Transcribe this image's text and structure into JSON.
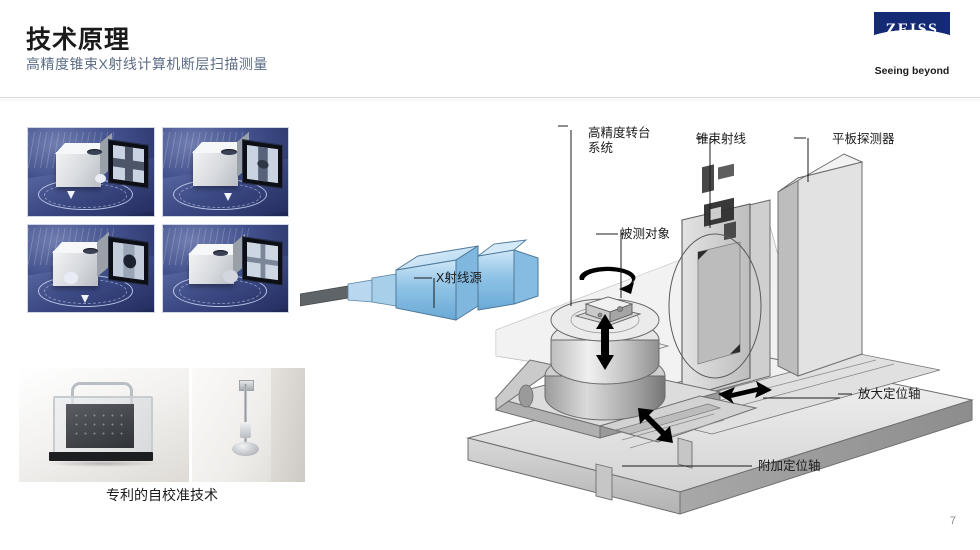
{
  "header": {
    "title": "技术原理",
    "subtitle": "高精度锥束X射线计算机断层扫描测量",
    "brand": "ZEISS",
    "tagline": "Seeing beyond",
    "brand_color": "#142a75"
  },
  "left_panel": {
    "grid_caption_count": 4,
    "photo_caption": "专利的自校准技术"
  },
  "diagram": {
    "labels": {
      "rotary_stage": "高精度转台\n系统",
      "cone_beam": "锥束射线",
      "detector": "平板探测器",
      "object": "被测对象",
      "source": "X射线源",
      "magnification_axis": "放大定位轴",
      "auxiliary_axis": "附加定位轴"
    },
    "source_color": "#8ec4e8",
    "beam_color": "#ededed"
  },
  "footer": {
    "page_number": "7"
  }
}
